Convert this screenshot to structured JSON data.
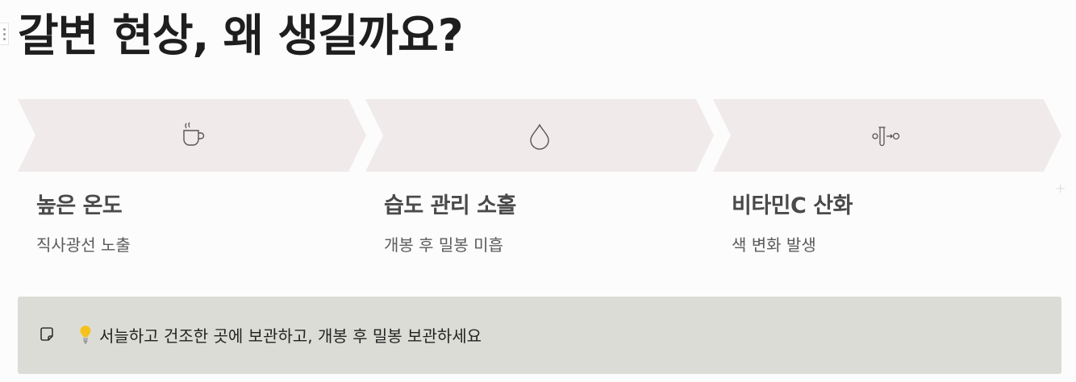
{
  "heading": {
    "title": "갈변 현상, 왜 생길까요?"
  },
  "steps": [
    {
      "icon": "coffee-cup-icon",
      "title": "높은 온도",
      "desc": "직사광선 노출"
    },
    {
      "icon": "water-drop-icon",
      "title": "습도 관리 소홀",
      "desc": "개봉 후 밀봉 미흡"
    },
    {
      "icon": "test-tube-icon",
      "title": "비타민C 산화",
      "desc": "색 변화 발생"
    }
  ],
  "callout": {
    "icon": "note-icon",
    "emoji": "lightbulb-icon",
    "text": "서늘하고 건조한 곳에 보관하고, 개봉 후 밀봉 보관하세요"
  },
  "colors": {
    "chevron_fill": "#f0eaea",
    "callout_bg": "#dcdcd7",
    "title_text": "#1e1e1e",
    "step_title_text": "#4a4a4a",
    "step_desc_text": "#5a5a5a"
  }
}
